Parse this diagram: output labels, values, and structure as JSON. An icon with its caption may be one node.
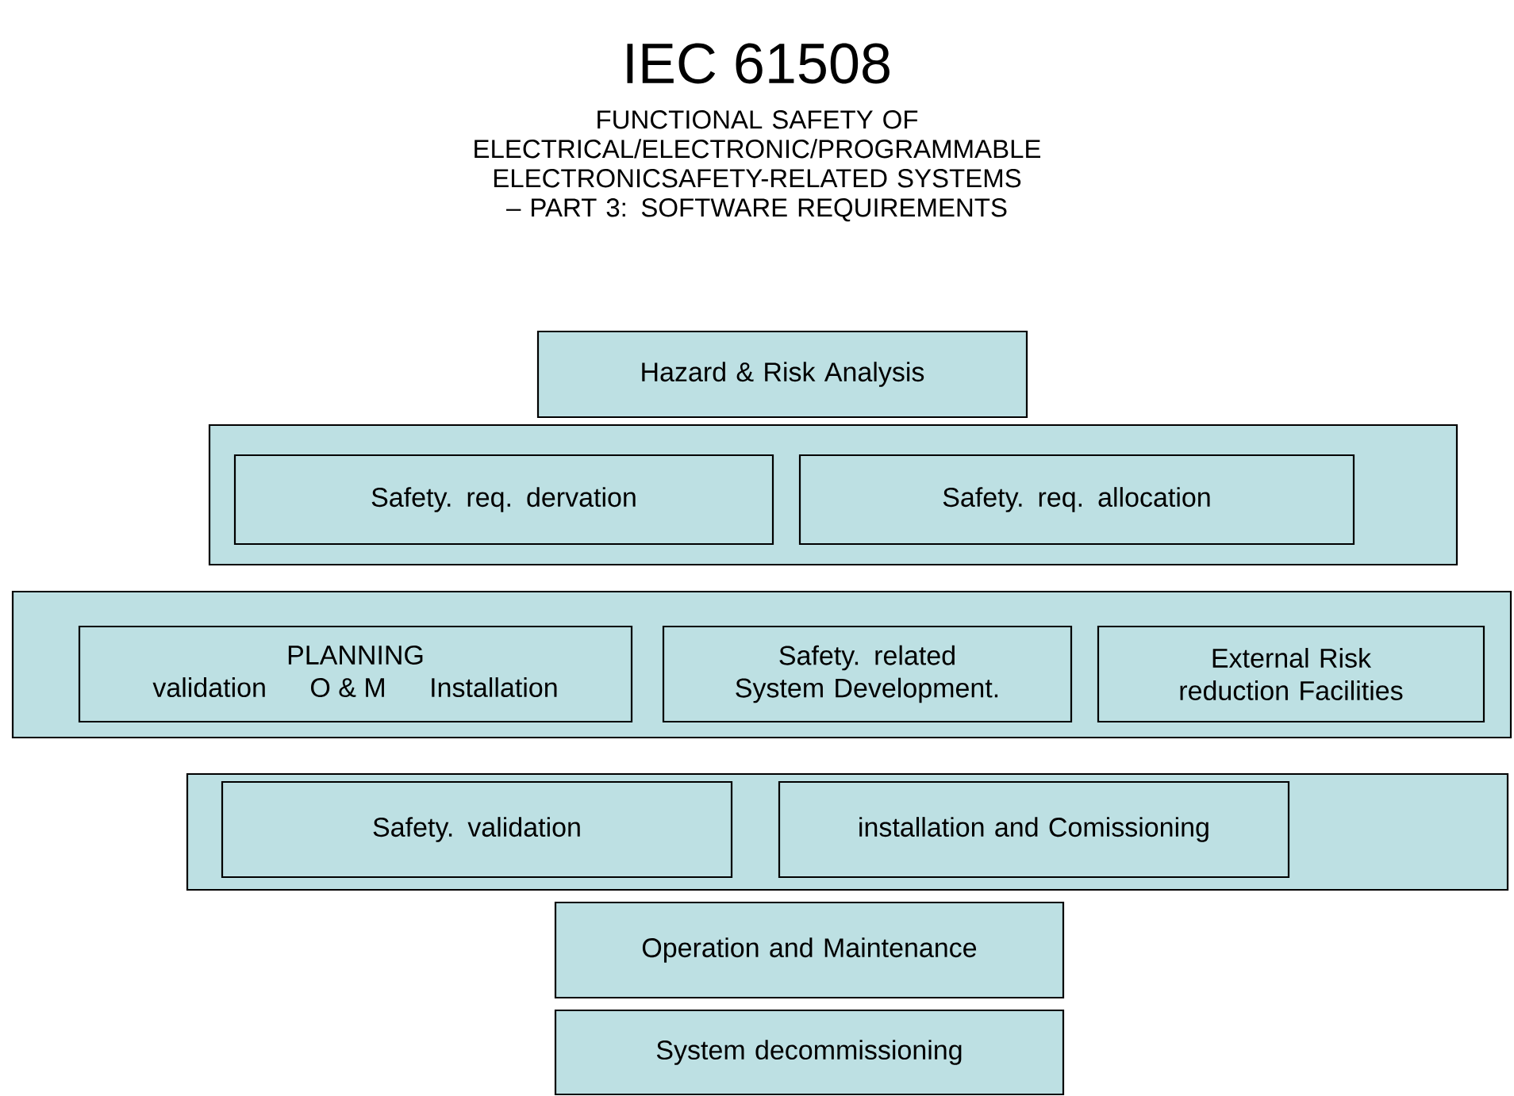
{
  "diagram": {
    "title": "IEC 61508",
    "nodes": [
      {
        "text": [
          "Hazard & Risk Analysis"
        ]
      },
      {
        "text": [],
        "shape": "box"
      },
      {
        "text": [
          "Safety. req. dervation"
        ],
        "in": 1
      },
      {
        "text": [
          "Safety. req. allocation"
        ],
        "in": 1
      },
      {
        "text": [],
        "shape": "box"
      },
      {
        "text": [
          "PLANNING",
          "validation",
          "O & M",
          "Installation"
        ],
        "in": 4
      },
      {
        "text": [
          "Safety. related System Development."
        ],
        "in": 4
      },
      {
        "text": [
          "External Risk reduction Facilities"
        ],
        "in": 4
      },
      {
        "text": [],
        "shape": "box"
      },
      {
        "text": [
          "Safety. validation"
        ],
        "in": 8
      },
      {
        "text": [
          "installation and Comissioning"
        ],
        "in": 8
      },
      {
        "text": [
          "Operation and Maintenance"
        ]
      },
      {
        "text": [
          "System decommissioning"
        ]
      }
    ],
    "labels": [
      "FUNCTIONAL SAFETY OF ELECTRICAL/ELECTRONIC/PROGRAMMABLE ELECTRONICSAFETY-RELATED SYSTEMS – PART 3: SOFTWARE REQUIREMENTS"
    ]
  }
}
